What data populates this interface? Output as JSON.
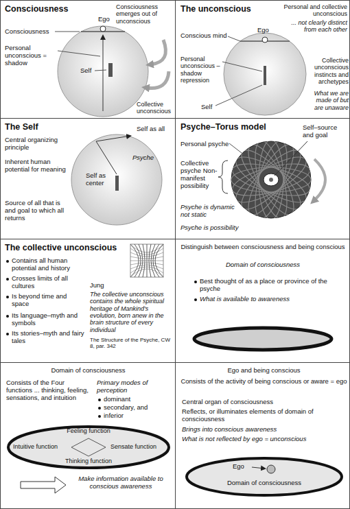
{
  "diagram": {
    "nodes": [
      {
        "text": [
          "Consciousness",
          "Ego",
          "Consciousness emerges out of unconscious",
          "Consciousness",
          "Personal unconscious = shadow",
          "Self",
          "Collective unconscious"
        ]
      },
      {
        "text": [
          "The unconscious",
          "Personal and collective unconscious",
          "... not clearly distinct from each other",
          "Conscious mind",
          "Ego",
          "Personal unconscious – shadow repression",
          "Collective unconscious instincts and archetypes",
          "What we are made of but are unaware",
          "Self"
        ]
      },
      {
        "text": [
          "The Self",
          "Central organizing principle",
          "Inherent human potential for meaning",
          "Source of all that is and goal to which all returns",
          "Self as all",
          "Psyche",
          "Self as center"
        ]
      },
      {
        "text": [
          "Psyche–Torus model",
          "Self–source and goal",
          "Personal psyche",
          "Collective psyche Non-manifest possibility",
          "Psyche is dynamic not static",
          "Psyche is possibility"
        ]
      },
      {
        "text": [
          "The collective unconscious",
          "Contains all human potential and history",
          "Crosses limits of all cultures",
          "Is beyond time and space",
          "Its language–myth and symbols",
          "Its stories–myth and fairy tales",
          "Jung",
          "The collective unconscious contains the whole spiritual heritage of Mankind's evolution, born anew in the brain structure of every individual",
          "The Structure of the Psyche, CW 8, par. 342"
        ]
      },
      {
        "text": [
          "Distinguish between consciousness and being conscious",
          "Domain of consciousness",
          "Best thought of as a place or province of the psyche",
          "What is available to awareness"
        ]
      },
      {
        "text": [
          "Domain of consciousness",
          "Consists of the Four functions ... thinking, feeling, sensations, and intuition",
          "Primary modes of perception",
          "dominant",
          "secondary, and",
          "inferior",
          "Make information available to conscious awareness"
        ]
      },
      {
        "text": [
          "Feeling function",
          "Intuitive function",
          "Sensate function",
          "Thinking function"
        ],
        "in": 6
      },
      {
        "text": [
          "Ego and being conscious",
          "Consists of the activity of being conscious or aware = ego",
          "Central organ of consciousness",
          "Reflects, or illuminates elements of domain of consciousness",
          "Brings into conscious awareness",
          "What is not reflected by ego = unconscious"
        ]
      },
      {
        "text": [
          "Ego",
          "Domain of consciousness"
        ],
        "in": 8
      }
    ]
  }
}
